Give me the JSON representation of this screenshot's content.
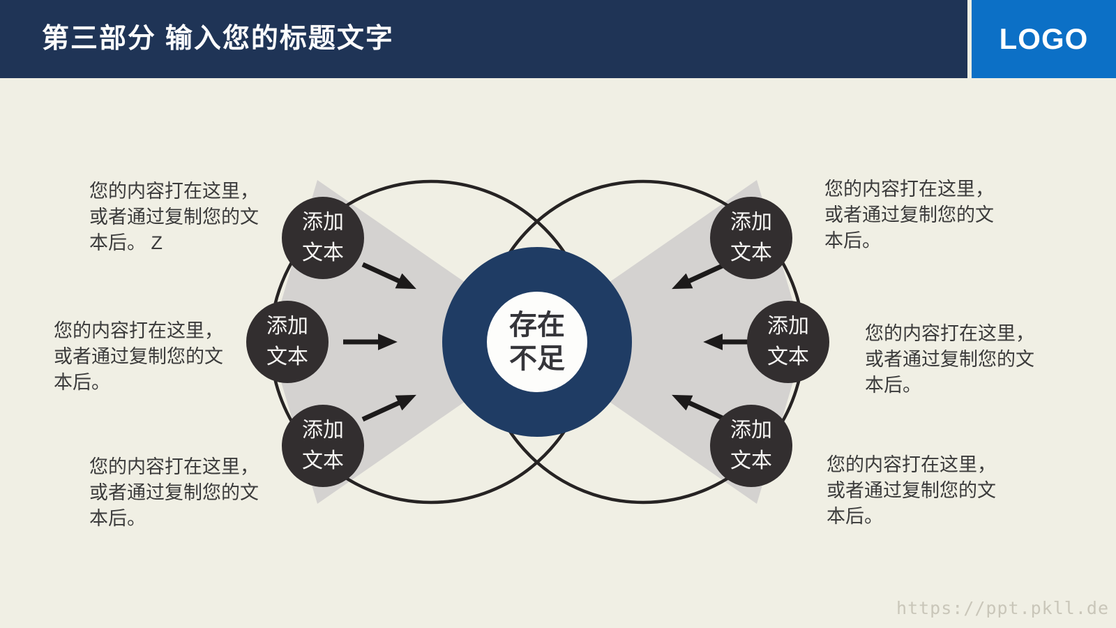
{
  "header": {
    "title": "第三部分  输入您的标题文字",
    "logo_text": "LOGO"
  },
  "center_label": "存在\n不足",
  "nodes": [
    "添加\n文本",
    "添加\n文本",
    "添加\n文本",
    "添加\n文本",
    "添加\n文本",
    "添加\n文本"
  ],
  "descriptions": {
    "top_left": "您的内容打在这里，\n或者通过复制您的文\n本后。 Z",
    "mid_left": "您的内容打在这里，\n或者通过复制您的文\n本后。",
    "bottom_left": "您的内容打在这里，\n或者通过复制您的文\n本后。",
    "top_right": "您的内容打在这里，\n或者通过复制您的文\n本后。",
    "mid_right": "您的内容打在这里，\n或者通过复制您的文\n本后。",
    "bottom_right": "您的内容打在这里，\n或者通过复制您的文\n本后。"
  },
  "watermark": "https://ppt.pkll.de",
  "colors": {
    "header_navy": "#1F3456",
    "logo_blue": "#0C70C6",
    "background_beige": "#F0EFE4",
    "center_navy": "#1F3C64",
    "node_dark": "#322E2F",
    "wedge_gray": "#D4D2D0",
    "outline_black": "#262323",
    "arrow_black": "#1C1A1A",
    "text_dark": "#3B3B3B",
    "watermark_gray": "#C9C6B9"
  }
}
